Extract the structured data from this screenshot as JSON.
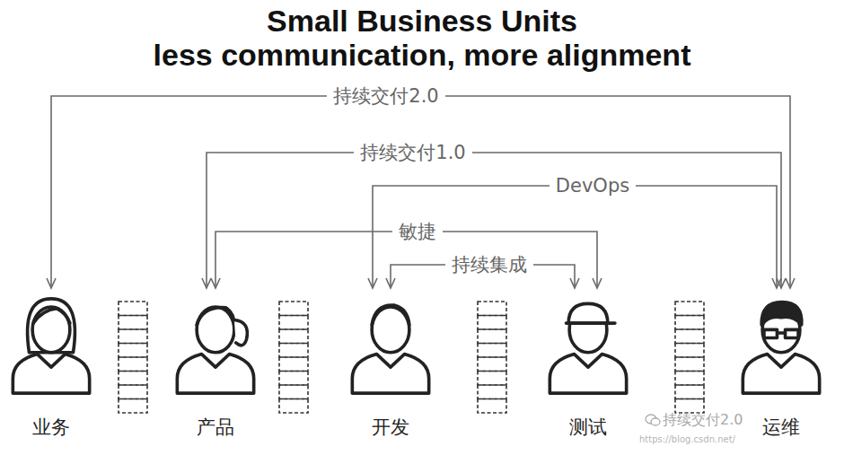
{
  "diagram": {
    "title": "Small Business Units",
    "nodes": [
      {
        "text": [
          "业务"
        ]
      },
      {
        "text": [
          "产品"
        ]
      },
      {
        "text": [
          "开发"
        ]
      },
      {
        "text": [
          "测试"
        ]
      },
      {
        "text": [
          "运维"
        ]
      }
    ],
    "edges": [
      {
        "from": 0,
        "to": 4,
        "label": "持续交付2.0",
        "arrow": "both"
      },
      {
        "from": 1,
        "to": 4,
        "label": "持续交付1.0",
        "arrow": "both"
      },
      {
        "from": 2,
        "to": 4,
        "label": "DevOps",
        "arrow": "both"
      },
      {
        "from": 1,
        "to": 3,
        "label": "敏捷",
        "arrow": "both"
      },
      {
        "from": 2,
        "to": 3,
        "label": "持续集成",
        "arrow": "both"
      }
    ],
    "labels": [
      "less communication, more alignment",
      "持续交付2.0",
      "https://blog.csdn.net/"
    ]
  }
}
